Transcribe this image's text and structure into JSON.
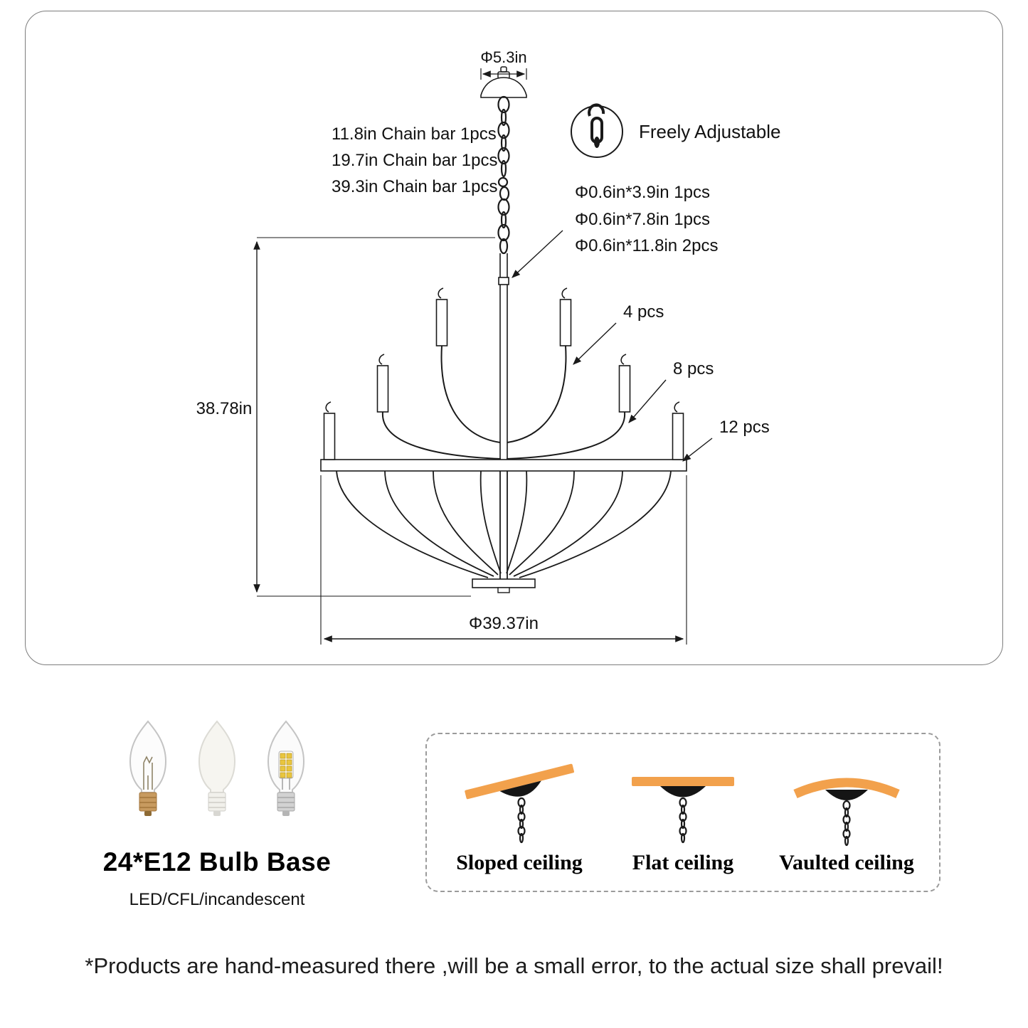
{
  "diagram": {
    "canopy_diameter": "Φ5.3in",
    "chain_bars": [
      "11.8in Chain bar  1pcs",
      "19.7in Chain bar  1pcs",
      "39.3in Chain bar  1pcs"
    ],
    "adjustable_label": "Freely Adjustable",
    "rod_specs": [
      "Φ0.6in*3.9in  1pcs",
      "Φ0.6in*7.8in  1pcs",
      "Φ0.6in*11.8in  2pcs"
    ],
    "count_labels": [
      "4 pcs",
      "8 pcs",
      "12 pcs"
    ],
    "height_label": "38.78in",
    "diameter_label": "Φ39.37in"
  },
  "bulbs": {
    "title": "24*E12 Bulb Base",
    "subtitle": "LED/CFL/incandescent"
  },
  "ceiling": {
    "accent": "#F2A14C",
    "types": [
      {
        "label": "Sloped ceiling"
      },
      {
        "label": "Flat ceiling"
      },
      {
        "label": "Vaulted ceiling"
      }
    ]
  },
  "disclaimer": "*Products are hand-measured there ,will be a small error, to the actual size shall prevail!"
}
